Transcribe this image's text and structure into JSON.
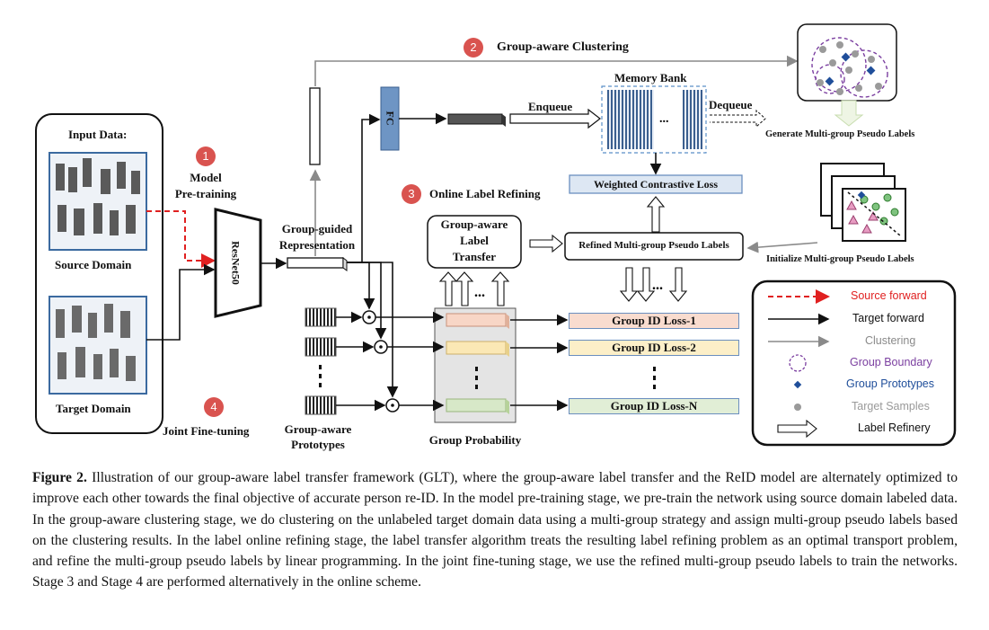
{
  "diagram": {
    "input_data": "Input Data:",
    "source_domain": "Source Domain",
    "target_domain": "Target Domain",
    "stage1_num": "1",
    "stage1_label_line1": "Model",
    "stage1_label_line2": "Pre-training",
    "stage2_num": "2",
    "stage2_label": "Group-aware Clustering",
    "stage3_num": "3",
    "stage3_label": "Online Label Refining",
    "stage4_num": "4",
    "stage4_label": "Joint Fine-tuning",
    "backbone": "ResNet50",
    "representation_line1": "Group-guided",
    "representation_line2": "Representation",
    "fc": "FC",
    "enqueue": "Enqueue",
    "dequeue": "Dequeue",
    "memory_bank": "Memory Bank",
    "generate_labels": "Generate Multi-group Pseudo Labels",
    "initialize_labels": "Initialize Multi-group Pseudo Labels",
    "weighted_loss": "Weighted Contrastive Loss",
    "refined_labels": "Refined Multi-group Pseudo Labels",
    "transfer_line1": "Group-aware",
    "transfer_line2": "Label",
    "transfer_line3": "Transfer",
    "prototypes_line1": "Group-aware",
    "prototypes_line2": "Prototypes",
    "group_probability": "Group Probability",
    "loss1": "Group ID Loss-1",
    "loss2": "Group ID Loss-2",
    "lossN": "Group ID Loss-N"
  },
  "legend": {
    "source_forward": "Source forward",
    "target_forward": "Target forward",
    "clustering": "Clustering",
    "group_boundary": "Group Boundary",
    "group_prototypes": "Group Prototypes",
    "target_samples": "Target Samples",
    "label_refinery": "Label Refinery"
  },
  "colors": {
    "source_forward": "#e02020",
    "group_boundary": "#7b3fa0",
    "group_prototypes": "#1f4e9a",
    "target_samples": "#9a9a9a",
    "stage_circle": "#d9534f"
  },
  "caption": {
    "label": "Figure 2.",
    "text": "Illustration of our group-aware label transfer framework (GLT), where the group-aware label transfer and the ReID model are alternately optimized to improve each other towards the final objective of accurate person re-ID. In the model pre-training stage, we pre-train the network using source domain labeled data. In the group-aware clustering stage, we do clustering on the unlabeled target domain data using a multi-group strategy and assign multi-group pseudo labels based on the clustering results. In the label online refining stage, the label transfer algorithm treats the resulting label refining problem as an optimal transport problem, and refine the multi-group pseudo labels by linear programming. In the joint fine-tuning stage, we use the refined multi-group pseudo labels to train the networks. Stage 3 and Stage 4 are performed alternatively in the online scheme."
  }
}
